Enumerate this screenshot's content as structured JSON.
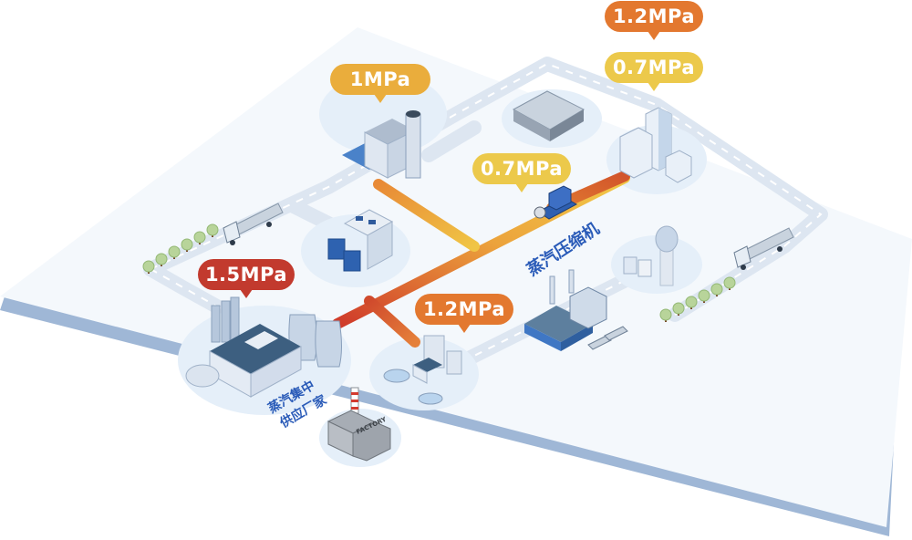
{
  "diagram": {
    "title": "Steam supply network",
    "pressure_tags": [
      {
        "id": "supplier",
        "text": "1.5MPa",
        "color": "#c23a2e"
      },
      {
        "id": "top-plant",
        "text": "1MPa",
        "color": "#eaad3c"
      },
      {
        "id": "compressor",
        "text": "0.7MPa",
        "color": "#ecc94b"
      },
      {
        "id": "water-treatment",
        "text": "1.2MPa",
        "color": "#e3782f"
      },
      {
        "id": "office-high",
        "text": "1.2MPa",
        "color": "#e3782f"
      },
      {
        "id": "office-low",
        "text": "0.7MPa",
        "color": "#ecc94b"
      }
    ],
    "labels": {
      "compressor": "蒸汽压缩机",
      "supplier_line1": "蒸汽集中",
      "supplier_line2": "供应厂家",
      "factory_sign": "FACTORY"
    },
    "colors": {
      "platform_top": "#f4f8fc",
      "platform_edge": "#9fb7d6",
      "road": "#dde6f1",
      "pipe_hot": "#d2472c",
      "pipe_mid": "#e8893a",
      "pipe_warm": "#f0c545",
      "building_blue": "#3d76c7",
      "label_blue": "#2a5bb8",
      "tree": "#b8d49a"
    }
  }
}
